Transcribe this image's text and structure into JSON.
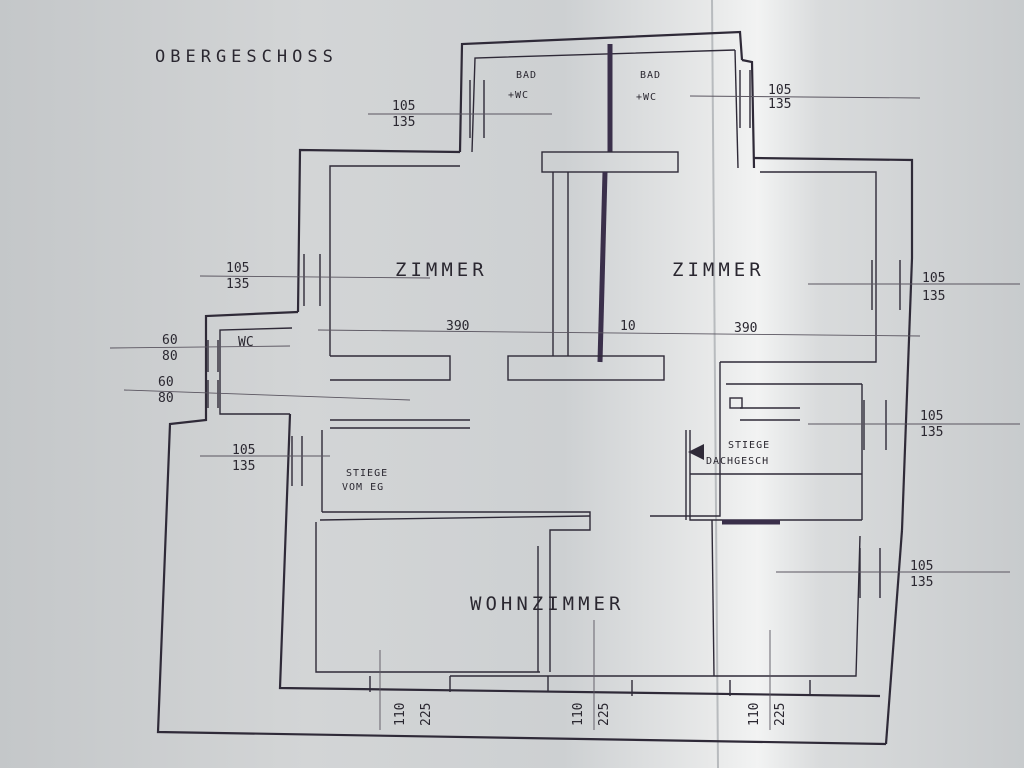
{
  "title": "OBERGESCHOSS",
  "rooms": {
    "bad_wc_1": [
      "BAD",
      "+WC"
    ],
    "bad_wc_2": [
      "BAD",
      "+WC"
    ],
    "zimmer_left": "ZIMMER",
    "zimmer_right": "ZIMMER",
    "wc": "WC",
    "wohnzimmer": "WOHNZIMMER",
    "stiege_eg": [
      "STIEGE",
      "VOM EG"
    ],
    "stiege_dach": [
      "STIEGE",
      "DACHGESCH"
    ]
  },
  "dimensions": {
    "win_top_left": [
      "105",
      "135"
    ],
    "win_top_right": [
      "105",
      "135"
    ],
    "win_left_zimmer": [
      "105",
      "135"
    ],
    "win_wc_1": [
      "60",
      "80"
    ],
    "win_wc_2": [
      "60",
      "80"
    ],
    "win_left_stair": [
      "105",
      "135"
    ],
    "win_right_1": [
      "105",
      "135"
    ],
    "win_right_2": [
      "105",
      "135"
    ],
    "win_right_3": [
      "105",
      "135"
    ],
    "span_left": "390",
    "span_mid": "10",
    "span_right": "390",
    "bottom_1": [
      "110",
      "225"
    ],
    "bottom_2": [
      "110",
      "225"
    ],
    "bottom_3": [
      "110",
      "225"
    ]
  }
}
